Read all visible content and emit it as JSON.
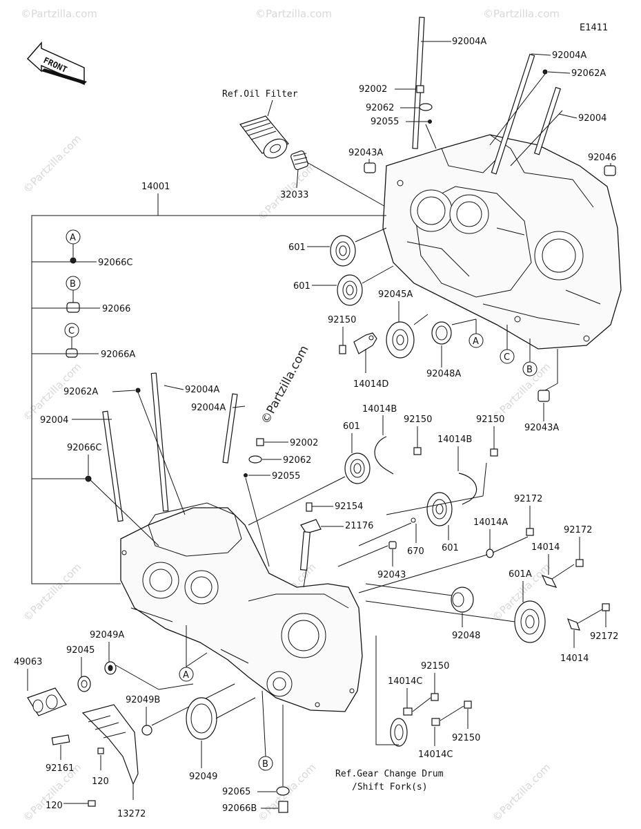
{
  "diagram_code": "E1411",
  "front_label": "FRONT",
  "watermark": "©Partzilla.com",
  "ref_oil_filter": "Ref.Oil Filter",
  "ref_gear_line1": "Ref.Gear Change Drum",
  "ref_gear_line2": "/Shift Fork(s)",
  "callout_letters": {
    "a": "A",
    "b": "B",
    "c": "C"
  },
  "parts": {
    "p92004A_1": "92004A",
    "p92004A_2": "92004A",
    "p92062A_1": "92062A",
    "p92004_1": "92004",
    "p92002_1": "92002",
    "p92062_1": "92062",
    "p92055_1": "92055",
    "p92043A_1": "92043A",
    "p92046": "92046",
    "p32033": "32033",
    "p14001": "14001",
    "p92066C_1": "92066C",
    "p92066": "92066",
    "p92066A": "92066A",
    "p601_1": "601",
    "p601_2": "601",
    "p92045A": "92045A",
    "p92150_1": "92150",
    "p14014D": "14014D",
    "p92048A": "92048A",
    "p92043A_2": "92043A",
    "p92062A_2": "92062A",
    "p92004A_3": "92004A",
    "p92004A_4": "92004A",
    "p92004_2": "92004",
    "p92066C_2": "92066C",
    "p92002_2": "92002",
    "p92062_2": "92062",
    "p92055_2": "92055",
    "p14014B_1": "14014B",
    "p92150_2": "92150",
    "p601_3": "601",
    "p92150_3": "92150",
    "p14014B_2": "14014B",
    "p92154": "92154",
    "p21176": "21176",
    "p670": "670",
    "p601_4": "601",
    "p92043": "92043",
    "p92172_1": "92172",
    "p14014A": "14014A",
    "p92172_2": "92172",
    "p14014_1": "14014",
    "p601A": "601A",
    "p92048": "92048",
    "p92172_3": "92172",
    "p14014_2": "14014",
    "p49063": "49063",
    "p92045": "92045",
    "p92049A": "92049A",
    "p92049B": "92049B",
    "p92049": "92049",
    "p92161": "92161",
    "p120_1": "120",
    "p120_2": "120",
    "p13272": "13272",
    "p92150_4": "92150",
    "p14014C_1": "14014C",
    "p92150_5": "92150",
    "p14014C_2": "14014C",
    "p92065": "92065",
    "p92066B": "92066B"
  }
}
